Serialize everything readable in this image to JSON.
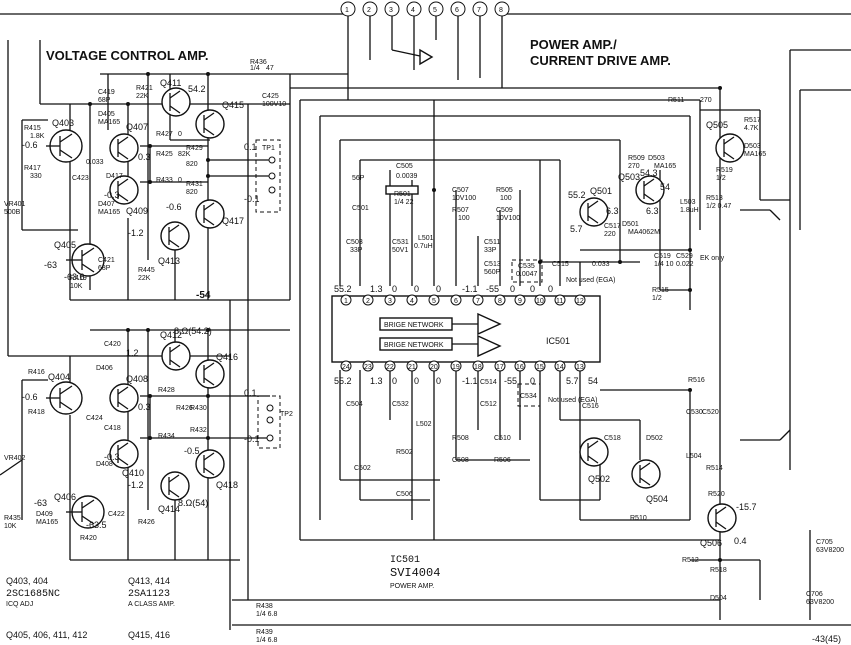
{
  "titles": {
    "voltage_control": "VOLTAGE CONTROL AMP.",
    "power_amp_line1": "POWER AMP./",
    "power_amp_line2": "CURRENT DRIVE AMP."
  },
  "connector_pins": [
    "1",
    "2",
    "3",
    "4",
    "5",
    "6",
    "7",
    "8"
  ],
  "ic": {
    "ref": "IC501",
    "part": "SVI4004",
    "desc": "POWER AMP.",
    "inner_label": "IC501",
    "bridge_1": "BRIGE NETWORK",
    "bridge_2": "BRIGE NETWORK",
    "top_pins": [
      "1",
      "2",
      "3",
      "4",
      "5",
      "6",
      "7",
      "8",
      "9",
      "10",
      "11",
      "12"
    ],
    "bottom_pins": [
      "24",
      "23",
      "22",
      "21",
      "20",
      "19",
      "18",
      "17",
      "16",
      "15",
      "14",
      "13"
    ],
    "top_volts": [
      "55.2",
      "1.3",
      "0",
      "0",
      "0",
      "-1.1",
      "-55",
      "0",
      "0",
      "0"
    ],
    "bottom_volts": [
      "55.2",
      "1.3",
      "0",
      "0",
      "0",
      "-1.1",
      "-55",
      "0",
      "5.7",
      "54"
    ]
  },
  "transistors": [
    {
      "ref": "Q403"
    },
    {
      "ref": "Q405"
    },
    {
      "ref": "Q407"
    },
    {
      "ref": "Q409"
    },
    {
      "ref": "Q411"
    },
    {
      "ref": "Q413"
    },
    {
      "ref": "Q415"
    },
    {
      "ref": "Q417"
    },
    {
      "ref": "Q404"
    },
    {
      "ref": "Q406"
    },
    {
      "ref": "Q408"
    },
    {
      "ref": "Q410"
    },
    {
      "ref": "Q412"
    },
    {
      "ref": "Q414"
    },
    {
      "ref": "Q416"
    },
    {
      "ref": "Q418"
    },
    {
      "ref": "Q501"
    },
    {
      "ref": "Q503"
    },
    {
      "ref": "Q505"
    },
    {
      "ref": "Q502"
    },
    {
      "ref": "Q504"
    },
    {
      "ref": "Q506"
    }
  ],
  "volt_labels": {
    "q403_b": "-0.6",
    "q407_e": "0.3",
    "q411_c": "54.2",
    "q415_e": "0.1",
    "q409_e": "-0.3",
    "q409_c": "-0.6",
    "q417_e": "-0.1",
    "q413_b": "-1.2",
    "q405_c": "-63",
    "q405_e": "-63.6",
    "top_rail": "-54",
    "q412_c": "8.Ω(54.2)",
    "q408_b": "1.2",
    "q416_e": "0.1",
    "q404_b": "-0.6",
    "q408_e": "0.3",
    "q410_e": "-0.3",
    "q418_e": "-0.1",
    "q410_b": "-0.5",
    "q414_b": "-1.2",
    "q414_c": "8.Ω(54)",
    "q406_e": "-63",
    "q406_c": "-63.5",
    "q501_b": "55.2",
    "q501_e": "6.3",
    "q501_c": "5.7",
    "q503_b": "54.3",
    "q503_c": "54",
    "q503_e": "6.3",
    "q506_e": "-15.7",
    "q506_c": "0.4",
    "pin14_right": "-43(45)"
  },
  "components": {
    "r436": "R436",
    "r436_v": "47",
    "r436_w": "1/4",
    "c425": "C425",
    "c425_v": "100V10",
    "r415": "R415",
    "r415_v": "1.8K",
    "r417": "R417",
    "r417_v": "330",
    "c423": "C423",
    "c423_v": "0.033",
    "c419": "C419",
    "c419_v": "68P",
    "d405": "D405",
    "d405_v": "MA165",
    "r421": "R421",
    "r421_v": "22K",
    "r427": "R427",
    "r427_v": "0",
    "r425": "R425",
    "r425_v": "82K",
    "r429": "R429",
    "r429_v": "820",
    "r433": "R433",
    "r433_v": "0",
    "r431": "R431",
    "r431_v": "820",
    "d417": "D417",
    "d407": "D407",
    "d407_v": "MA165",
    "vr401": "VR401",
    "vr401_v": "500B",
    "r419": "R419",
    "r419_v": "10K",
    "c421": "C421",
    "c421_v": "68P",
    "r445": "R445",
    "r445_v": "22K",
    "tp1": "TP1",
    "tp2": "TP2",
    "c501": "C501",
    "c501_v": "56P",
    "c505": "C505",
    "c505_v": "0.0039",
    "r501": "R501",
    "r501_v": "1/4 22",
    "c507": "C507",
    "c507_v": "10V100",
    "r505": "R505",
    "r505_v": "100",
    "r507": "R507",
    "r507_v": "100",
    "c509": "C509",
    "c509_v": "10V100",
    "c503": "C503",
    "c503_v": "33P",
    "c531": "C531",
    "c531_v": "50V1",
    "l501": "L501",
    "l501_v": "0.7uH",
    "c511": "C511",
    "c511_v": "33P",
    "c513": "C513",
    "c513_v": "560P",
    "c535": "C535",
    "c535_v": "0.0047",
    "c515": "C515",
    "c515_v": "0.033",
    "not_used": "Not used (EGA)",
    "not_used_2": "Not used (EGA)",
    "r511": "R511",
    "r511_v": "270",
    "r509": "R509",
    "r509_v": "270",
    "d503": "D503",
    "d503_v": "MA165",
    "d501": "D501",
    "d501_v": "MA4062M",
    "c517": "C517",
    "c517_v": "220",
    "l503": "L503",
    "l503_v": "1.8uH",
    "r513": "R513",
    "r513_v": "1/2 0.47",
    "r517": "R517",
    "r517_v": "4.7K",
    "r519": "R519",
    "r519_v": "1/2",
    "c519": "C519",
    "c519_v": "1/4 10",
    "c529": "C529",
    "c529_v": "0.022",
    "ek": "EK only",
    "r515": "R515",
    "r515_v": "1/2",
    "d503b": "D503",
    "d503b_v": "MA165",
    "r420": "R420",
    "r418": "R418",
    "r416": "R416",
    "r426": "R426",
    "r428": "R428",
    "r430": "R430",
    "r432": "R432",
    "r434": "R434",
    "d406": "D406",
    "d408": "D408",
    "c420": "C420",
    "c424": "C424",
    "c418": "C418",
    "c422": "C422",
    "vr402": "VR402",
    "r435": "R435",
    "r435_v": "10K",
    "d409": "D409",
    "d409_v": "MA165",
    "c504": "C504",
    "c532": "C532",
    "c514": "C514",
    "c512": "C512",
    "c534": "C534",
    "c516": "C516",
    "c518": "C518",
    "d502": "D502",
    "l502": "L502",
    "r508": "R508",
    "c510": "C510",
    "r502": "R502",
    "c502": "C502",
    "c506": "C506",
    "c508": "C508",
    "r506": "R506",
    "r510": "R510",
    "r516": "R516",
    "c530": "C530",
    "c520": "C520",
    "l504": "L504",
    "r514": "R514",
    "r520": "R520",
    "r512": "R512",
    "r518": "R518",
    "d504": "D504",
    "c705": "C705",
    "c705_v": "63V8200",
    "c706": "C706",
    "c706_v": "63V8200",
    "r438": "R438",
    "r438_v": "1/4 6.8",
    "r439": "R439",
    "r439_v": "1/4 6.8"
  },
  "legend": [
    {
      "line1": "Q403, 404",
      "line2": "2SC1685NC",
      "line3": "ICQ ADJ"
    },
    {
      "line1": "Q413, 414",
      "line2": "2SA1123",
      "line3": "A CLASS AMP."
    },
    {
      "line1": "Q405, 406, 411, 412",
      "line2": "",
      "line3": ""
    },
    {
      "line1": "Q415, 416",
      "line2": "",
      "line3": ""
    }
  ]
}
